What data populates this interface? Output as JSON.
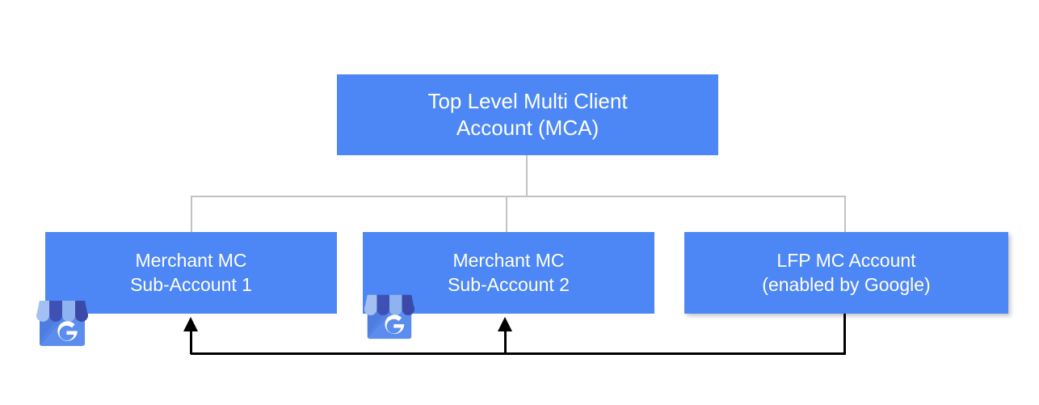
{
  "diagram": {
    "title": "Multi Client Account hierarchy",
    "colors": {
      "node_blue": "#4d87f5",
      "node_text": "#ffffff",
      "tree_line": "#c2c2c2",
      "feedback_line": "#000000",
      "background": "#ffffff"
    },
    "nodes": [
      {
        "id": "top",
        "label": "Top Level Multi Client\nAccount (MCA)",
        "line1": "Top Level Multi Client",
        "line2": "Account (MCA)"
      },
      {
        "id": "sub1",
        "label": "Merchant MC\nSub-Account 1",
        "line1": "Merchant MC",
        "line2": "Sub-Account 1",
        "icon": "google-business-profile-icon"
      },
      {
        "id": "sub2",
        "label": "Merchant MC\nSub-Account 2",
        "line1": "Merchant MC",
        "line2": "Sub-Account 2",
        "icon": "google-business-profile-icon"
      },
      {
        "id": "lfp",
        "label": "LFP MC Account\n(enabled by Google)",
        "line1": "LFP MC Account",
        "line2": "(enabled by Google)"
      }
    ],
    "connectors": {
      "tree": "Top Level MCA branches to Merchant MC Sub-Account 1, Merchant MC Sub-Account 2 and LFP MC Account",
      "feedback": "LFP MC Account feeds back into Merchant MC Sub-Account 1 and Merchant MC Sub-Account 2"
    },
    "icon_glyph": "G"
  }
}
